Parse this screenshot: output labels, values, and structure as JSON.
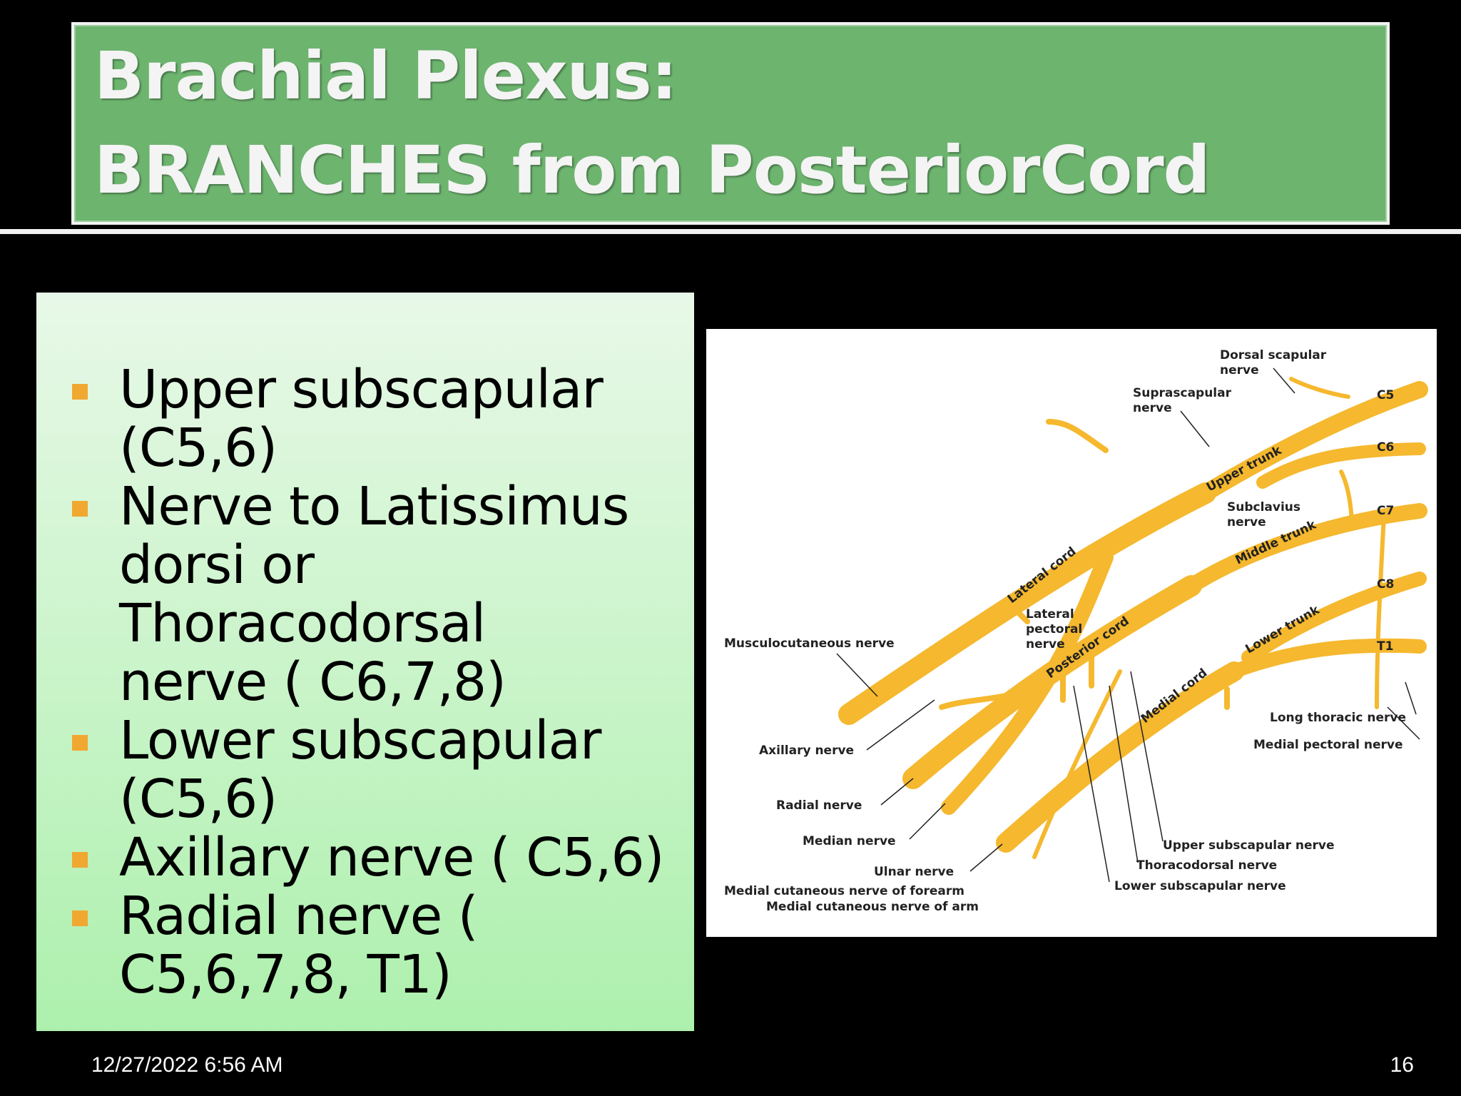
{
  "title": {
    "line1": "Brachial Plexus:",
    "line2": "BRANCHES from PosteriorCord"
  },
  "bullets": [
    {
      "line1": "Upper subscapular",
      "line2": "(C5,6)",
      "line3": ""
    },
    {
      "line1": "Nerve to Latissimus",
      "line2": "dorsi or Thoracodorsal",
      "line3": "nerve ( C6,7,8)"
    },
    {
      "line1": "Lower subscapular",
      "line2": "(C5,6)",
      "line3": ""
    },
    {
      "line1": "Axillary nerve ( C5,6)",
      "line2": "",
      "line3": ""
    },
    {
      "line1": "Radial nerve (",
      "line2": "C5,6,7,8, T1)",
      "line3": ""
    }
  ],
  "diagram": {
    "labels": {
      "dorsal_scapular_1": "Dorsal scapular",
      "dorsal_scapular_2": "nerve",
      "suprascapular_1": "Suprascapular",
      "suprascapular_2": "nerve",
      "c5": "C5",
      "c6": "C6",
      "c7": "C7",
      "c8": "C8",
      "t1": "T1",
      "upper_trunk": "Upper trunk",
      "subclavius_1": "Subclavius",
      "subclavius_2": "nerve",
      "middle_trunk": "Middle trunk",
      "lateral_cord": "Lateral cord",
      "lateral_pectoral_1": "Lateral",
      "lateral_pectoral_2": "pectoral",
      "lateral_pectoral_3": "nerve",
      "posterior_cord": "Posterior cord",
      "lower_trunk": "Lower trunk",
      "musculocutaneous": "Musculocutaneous nerve",
      "medial_cord": "Medial cord",
      "long_thoracic": "Long thoracic nerve",
      "medial_pectoral": "Medial pectoral nerve",
      "axillary": "Axillary nerve",
      "radial": "Radial nerve",
      "median": "Median nerve",
      "upper_subscapular": "Upper subscapular nerve",
      "thoracodorsal": "Thoracodorsal nerve",
      "ulnar": "Ulnar nerve",
      "lower_subscapular": "Lower subscapular nerve",
      "medial_cut_forearm": "Medial cutaneous nerve of forearm",
      "medial_cut_arm": "Medial cutaneous nerve of arm"
    },
    "nerve_color": "#f5b82e"
  },
  "footer": {
    "date": "12/27/2022 6:56 AM",
    "page": "16"
  }
}
